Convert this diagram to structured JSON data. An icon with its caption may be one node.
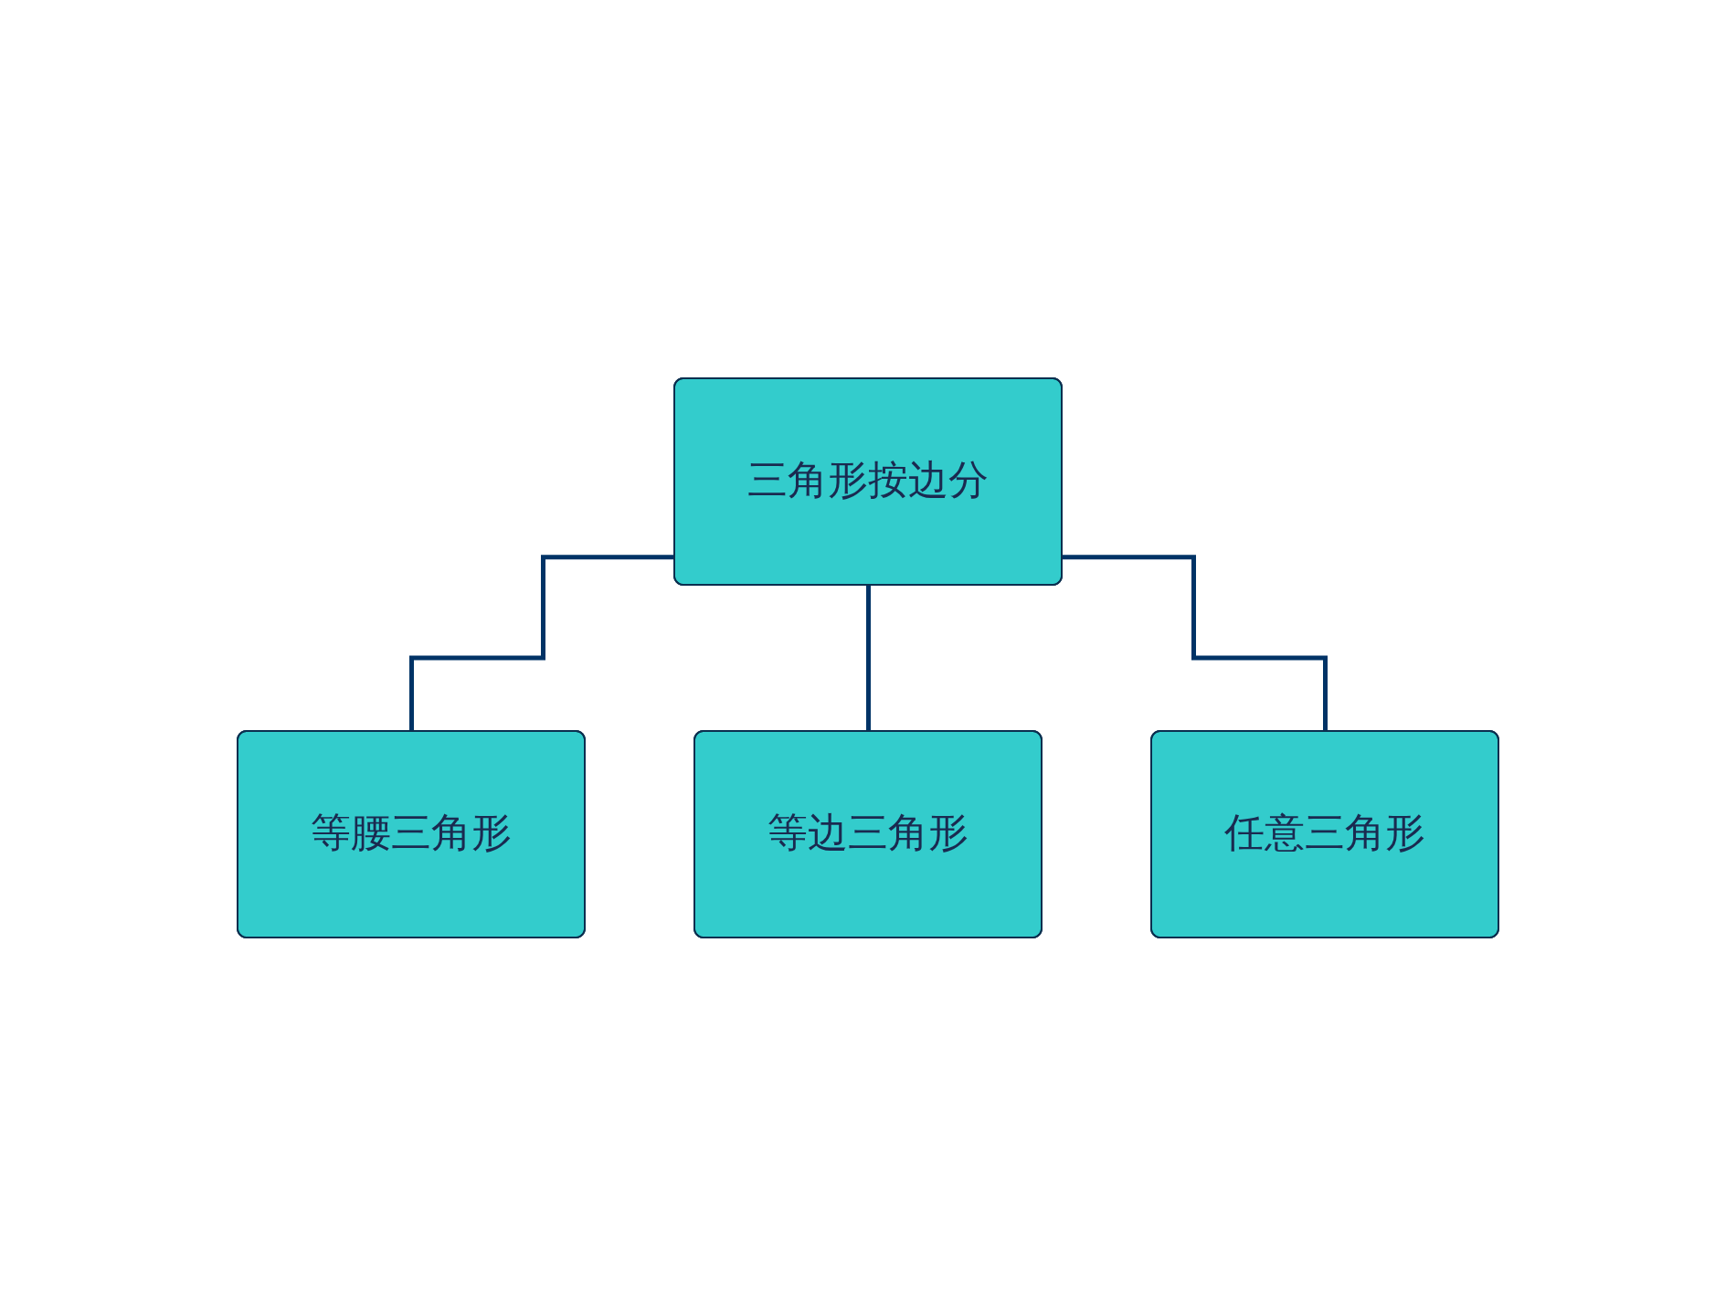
{
  "diagram": {
    "nodes": [
      {
        "text": [
          "三角形按边分"
        ]
      },
      {
        "text": [
          "等腰三角形"
        ]
      },
      {
        "text": [
          "等边三角形"
        ]
      },
      {
        "text": [
          "任意三角形"
        ]
      }
    ],
    "edges": [
      {
        "from": 0,
        "to": 1,
        "arrow": "none"
      },
      {
        "from": 0,
        "to": 2,
        "arrow": "none"
      },
      {
        "from": 0,
        "to": 3,
        "arrow": "none"
      }
    ]
  }
}
